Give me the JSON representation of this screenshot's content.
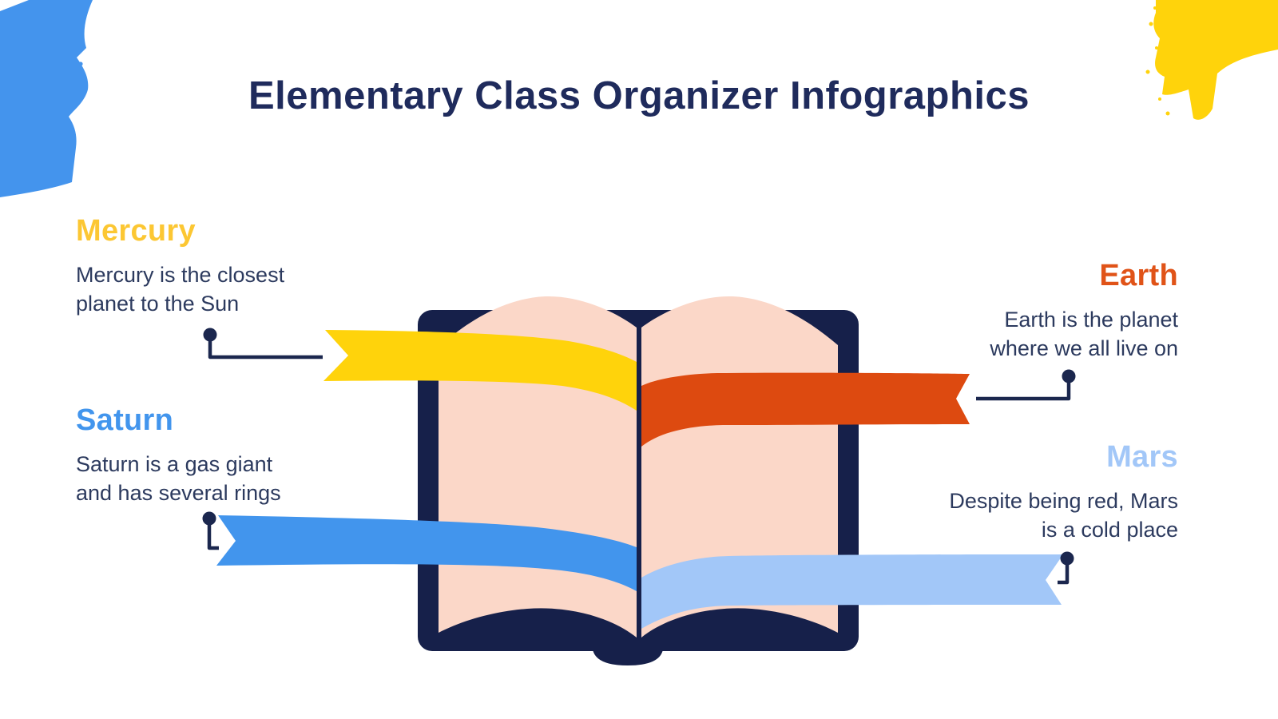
{
  "title": "Elementary Class Organizer Infographics",
  "planets": [
    {
      "name": "Mercury",
      "color": "#FCC733",
      "lines": [
        "Mercury is the closest",
        "planet to the Sun"
      ]
    },
    {
      "name": "Saturn",
      "color": "#4295ED",
      "lines": [
        "Saturn is a gas giant",
        "and has several rings"
      ]
    },
    {
      "name": "Earth",
      "color": "#E05318",
      "lines": [
        "Earth is the planet",
        "where we all live on"
      ]
    },
    {
      "name": "Mars",
      "color": "#A2C7F8",
      "lines": [
        "Despite being red, Mars",
        "is a cold place"
      ]
    }
  ],
  "colors": {
    "background": "#FFFFFF",
    "title_text": "#1F2B5C",
    "body_text": "#2C3A5E",
    "connector": "#1B274E",
    "book_cover": "#16204A",
    "book_pages": "#FBD7C8",
    "ribbon_mercury": "#FFD30B",
    "ribbon_saturn": "#4295ED",
    "ribbon_earth": "#DD4A10",
    "ribbon_mars": "#A2C7F8",
    "brush_top_left": "#4494ED",
    "brush_top_right": "#FFD30B"
  }
}
